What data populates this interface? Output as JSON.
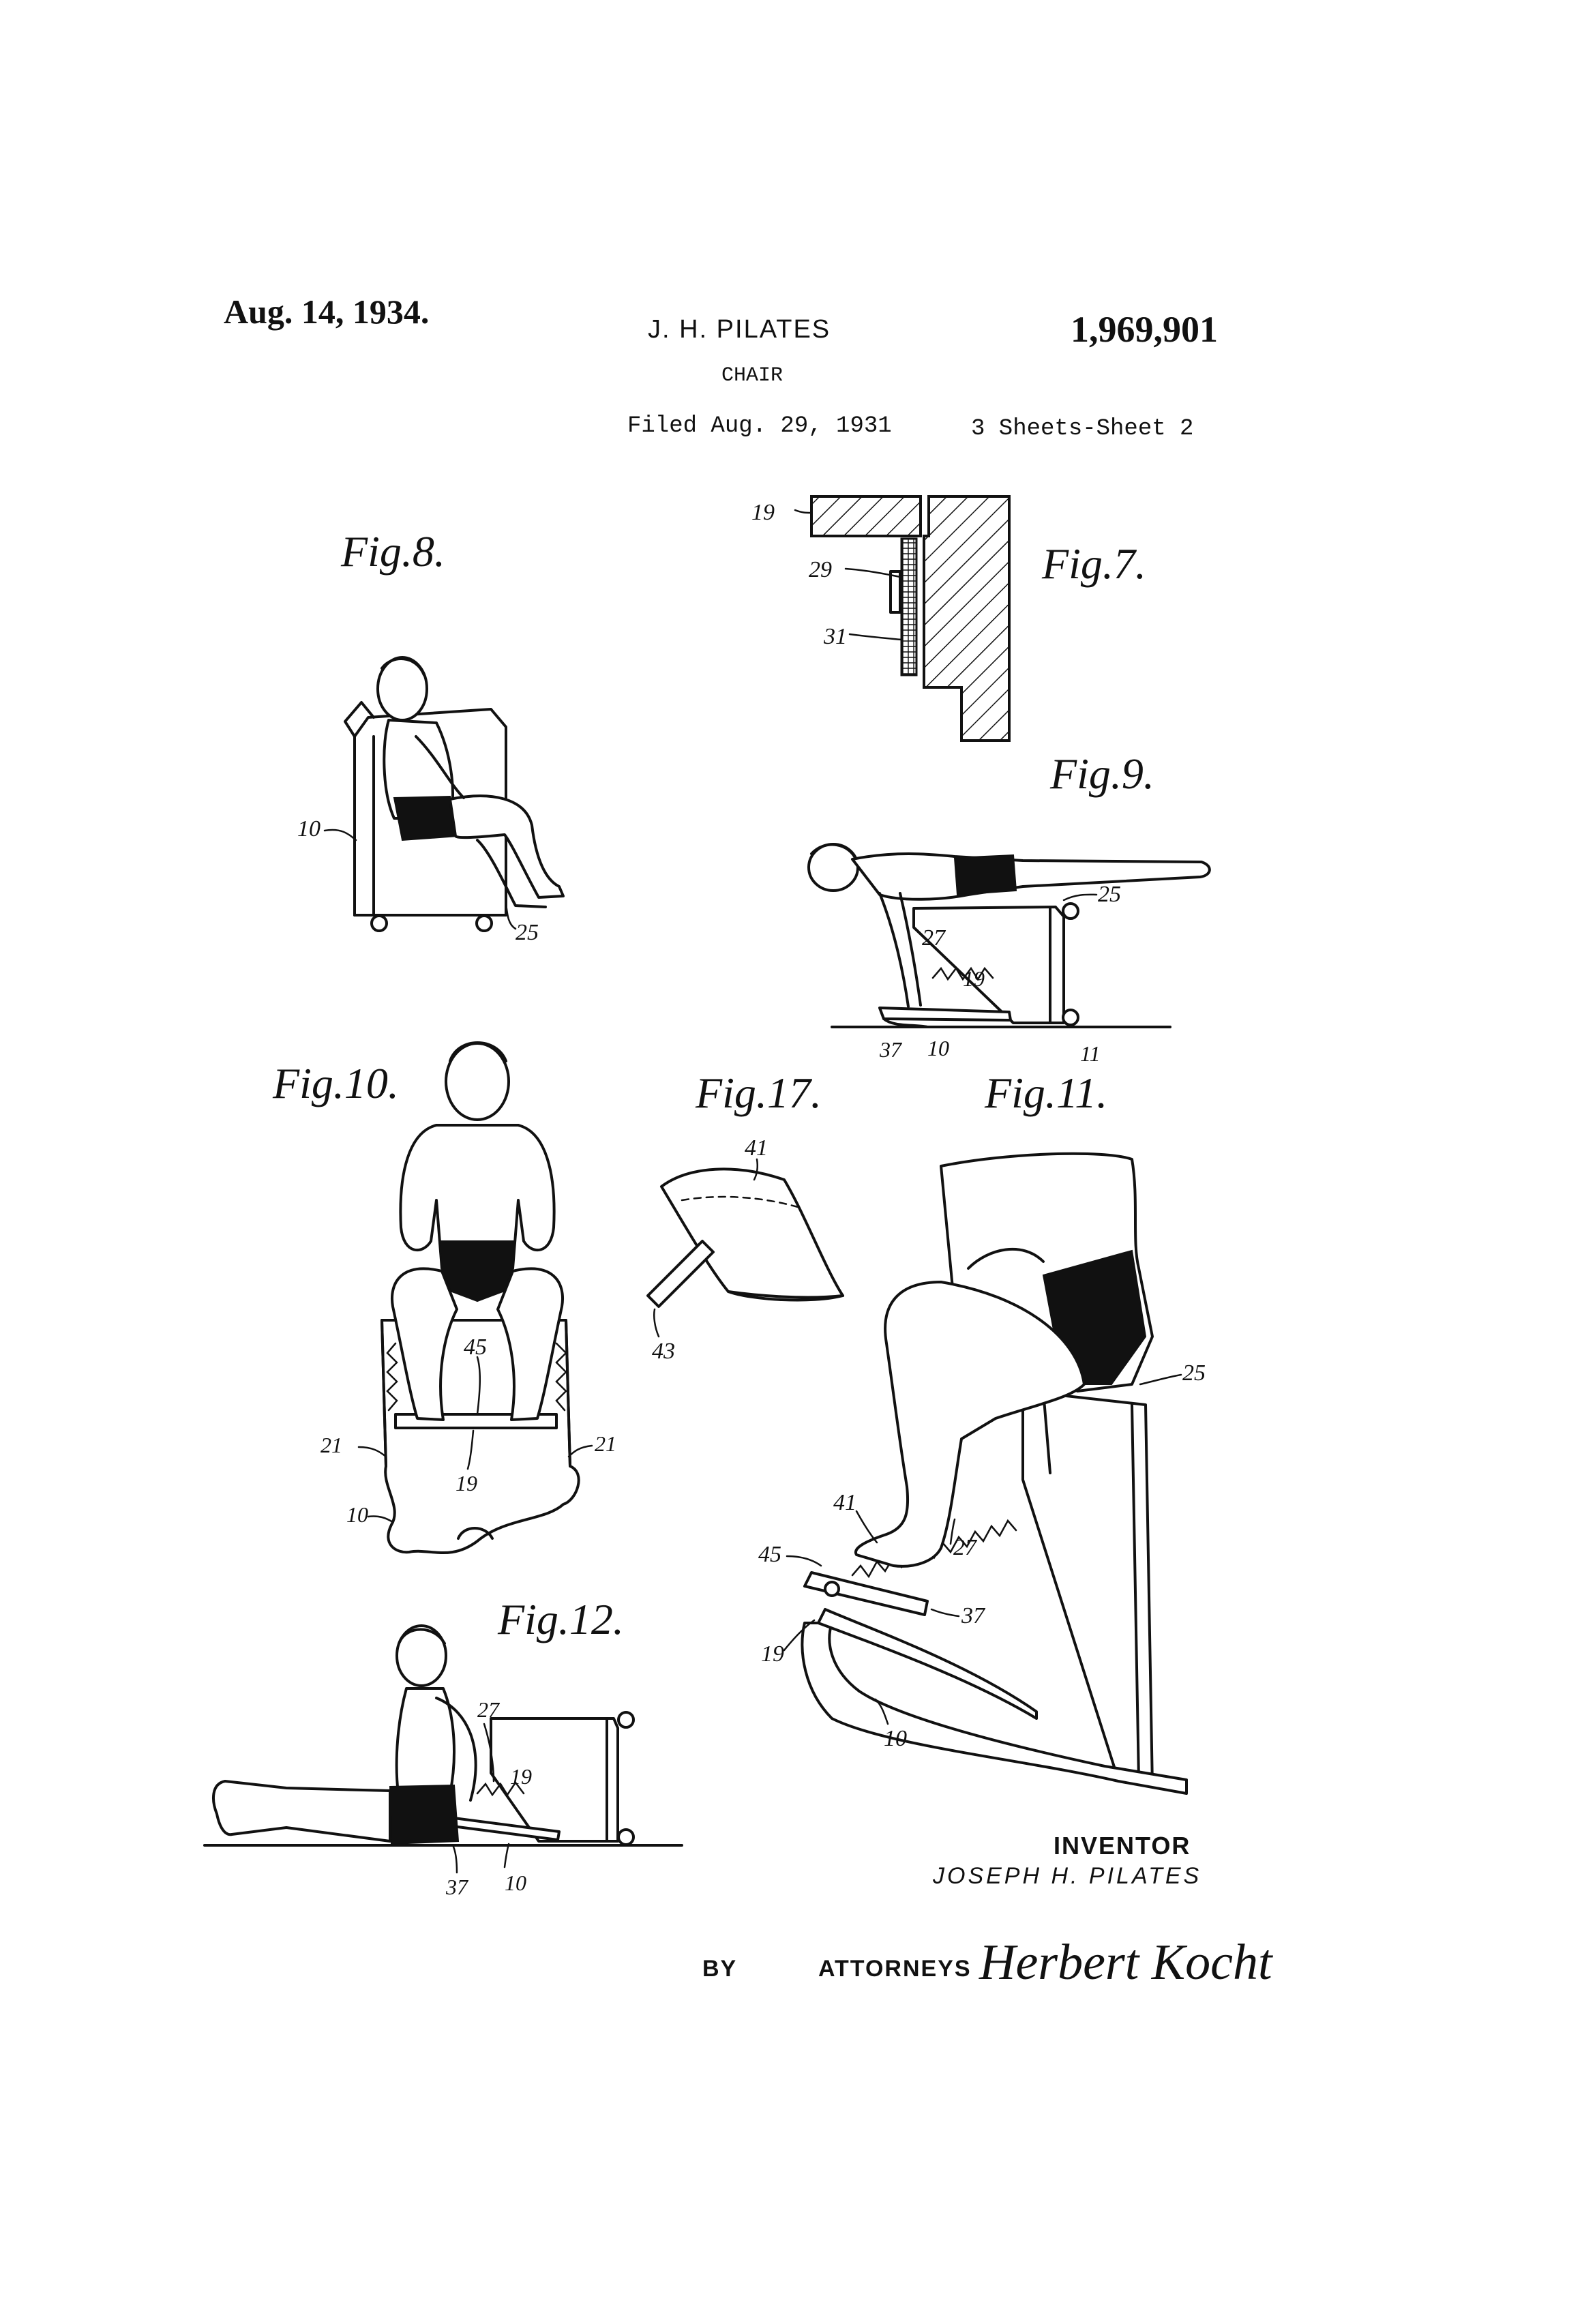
{
  "header": {
    "date": "Aug. 14, 1934.",
    "inventor": "J. H. PILATES",
    "patent_number": "1,969,901",
    "subject": "CHAIR",
    "filed": "Filed Aug. 29, 1931",
    "sheets": "3 Sheets-Sheet 2"
  },
  "figures": {
    "fig7": {
      "title": "Fig.7.",
      "labels": [
        "19",
        "29",
        "31"
      ]
    },
    "fig8": {
      "title": "Fig.8.",
      "labels": [
        "10",
        "25"
      ]
    },
    "fig9": {
      "title": "Fig.9.",
      "labels": [
        "25",
        "27",
        "19",
        "37",
        "10",
        "11"
      ]
    },
    "fig10": {
      "title": "Fig.10.",
      "labels": [
        "45",
        "21",
        "21",
        "19",
        "10"
      ]
    },
    "fig17": {
      "title": "Fig.17.",
      "labels": [
        "41",
        "43"
      ]
    },
    "fig11": {
      "title": "Fig.11.",
      "labels": [
        "25",
        "41",
        "45",
        "27",
        "37",
        "19",
        "10"
      ]
    },
    "fig12": {
      "title": "Fig.12.",
      "labels": [
        "27",
        "19",
        "37",
        "10"
      ]
    }
  },
  "footer": {
    "inventor_label": "INVENTOR",
    "inventor_name": "JOSEPH H. PILATES",
    "by_label": "BY",
    "attorneys_label": "ATTORNEYS",
    "attorney_signature": "Herbert Kocht"
  }
}
